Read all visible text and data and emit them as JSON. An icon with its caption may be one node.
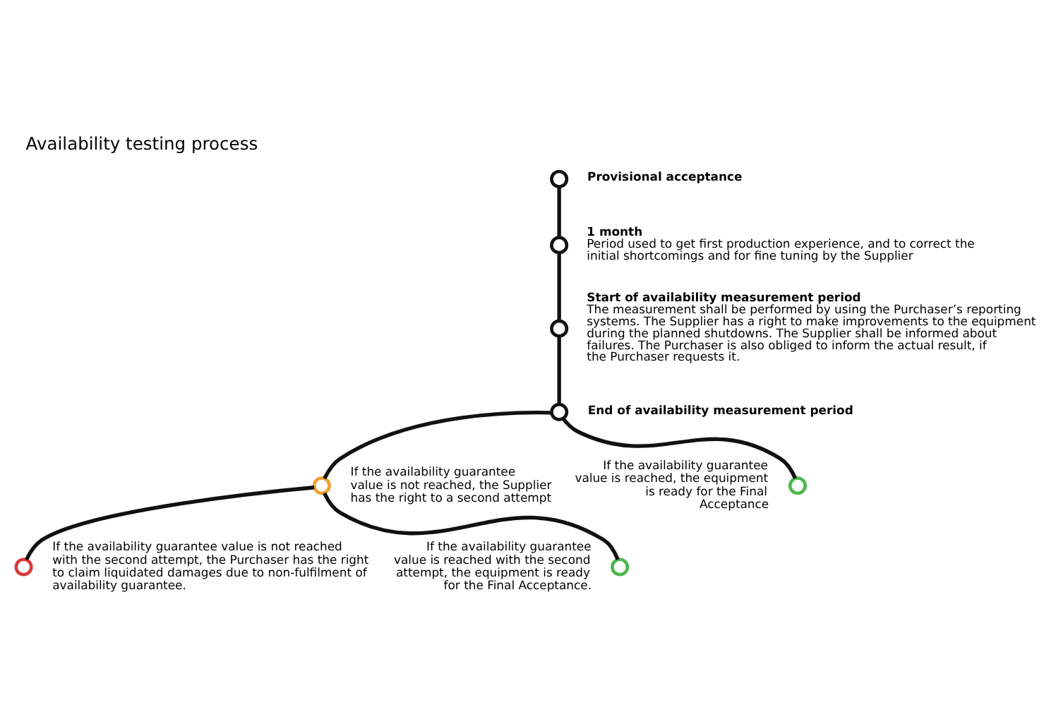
{
  "diagram": {
    "title": "Availability testing process",
    "nodes": [
      {
        "text": [],
        "shape": "circle",
        "beside": [
          "Provisional acceptance"
        ]
      },
      {
        "text": [],
        "shape": "circle",
        "beside": [
          "1 month",
          "Period used to get first production experience, and to correct the initial shortcomings and for fine tuning by the Supplier"
        ]
      },
      {
        "text": [],
        "shape": "circle",
        "beside": [
          "Start of availability measurement period",
          "The measurement shall be performed by using the Purchaser’s reporting systems. The Supplier has a right to make improvements to the equipment during the planned shutdowns. The Supplier shall be informed about failures. The Purchaser is also obliged to inform the actual result, if the Purchaser requests it."
        ]
      },
      {
        "text": [],
        "shape": "circle",
        "beside": [
          "End of availability measurement period"
        ]
      },
      {
        "text": [],
        "shape": "circle",
        "beside": [
          "If the availability guarantee value is reached, the equipment is ready for the Final Acceptance"
        ]
      },
      {
        "text": [],
        "shape": "circle",
        "beside": [
          "If the availability guarantee value is not reached, the Supplier has the right to a second attempt"
        ]
      },
      {
        "text": [],
        "shape": "circle",
        "beside": [
          "If the availability guarantee value is reached with the second attempt, the equipment is ready for the Final Acceptance."
        ]
      },
      {
        "text": [],
        "shape": "circle",
        "beside": [
          "If the availability guarantee value is not reached with the second attempt, the Purchaser has the right to claim liquidated damages due to non-fulfilment of availability guarantee."
        ]
      }
    ],
    "edges": [
      {
        "from": 0,
        "to": 1,
        "arrow": "none"
      },
      {
        "from": 1,
        "to": 2,
        "arrow": "none"
      },
      {
        "from": 2,
        "to": 3,
        "arrow": "none"
      },
      {
        "from": 3,
        "to": 4,
        "arrow": "none"
      },
      {
        "from": 3,
        "to": 5,
        "arrow": "none"
      },
      {
        "from": 5,
        "to": 6,
        "arrow": "none"
      },
      {
        "from": 5,
        "to": 7,
        "arrow": "none"
      }
    ]
  }
}
